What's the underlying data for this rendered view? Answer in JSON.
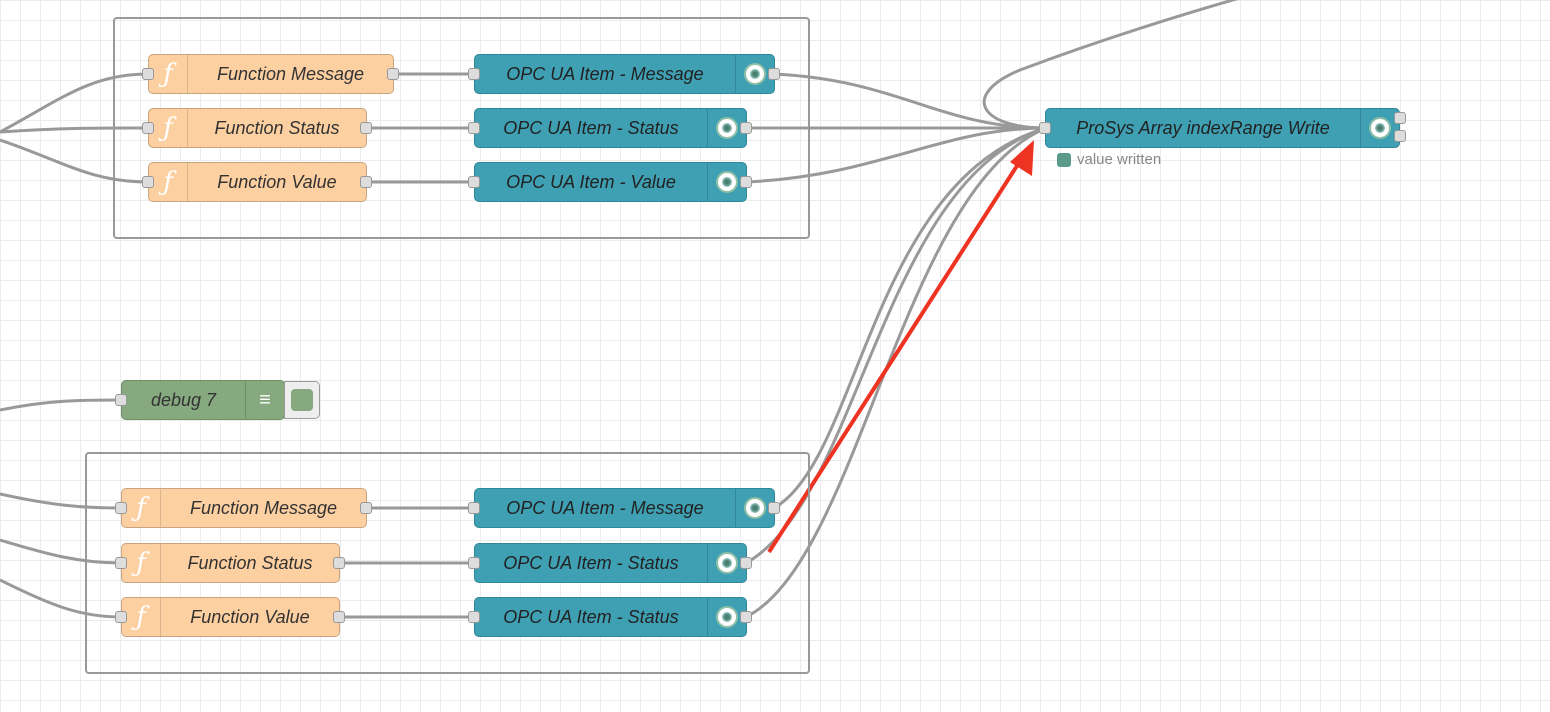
{
  "groups": {
    "top": {
      "functions": [
        {
          "label": "Function Message",
          "icon": "function-icon"
        },
        {
          "label": "Function Status",
          "icon": "function-icon"
        },
        {
          "label": "Function Value",
          "icon": "function-icon"
        }
      ],
      "opc_items": [
        {
          "label": "OPC UA Item - Message",
          "icon": "opcua-icon"
        },
        {
          "label": "OPC UA Item - Status",
          "icon": "opcua-icon"
        },
        {
          "label": "OPC UA Item - Value",
          "icon": "opcua-icon"
        }
      ]
    },
    "bottom": {
      "functions": [
        {
          "label": "Function Message",
          "icon": "function-icon"
        },
        {
          "label": "Function Status",
          "icon": "function-icon"
        },
        {
          "label": "Function Value",
          "icon": "function-icon"
        }
      ],
      "opc_items": [
        {
          "label": "OPC UA Item - Message",
          "icon": "opcua-icon"
        },
        {
          "label": "OPC UA Item - Status",
          "icon": "opcua-icon"
        },
        {
          "label": "OPC UA Item - Status",
          "icon": "opcua-icon"
        }
      ]
    }
  },
  "debug": {
    "label": "debug 7",
    "icon": "list-icon"
  },
  "write_node": {
    "label": "ProSys Array indexRange Write",
    "icon": "opcua-icon",
    "status": "value written",
    "status_color": "#5a9a8a"
  },
  "colors": {
    "function": "#fdd0a2",
    "opc": "#3fa0b3",
    "debug": "#87a980",
    "wire": "#999999",
    "annotation_arrow": "#ee3322"
  }
}
